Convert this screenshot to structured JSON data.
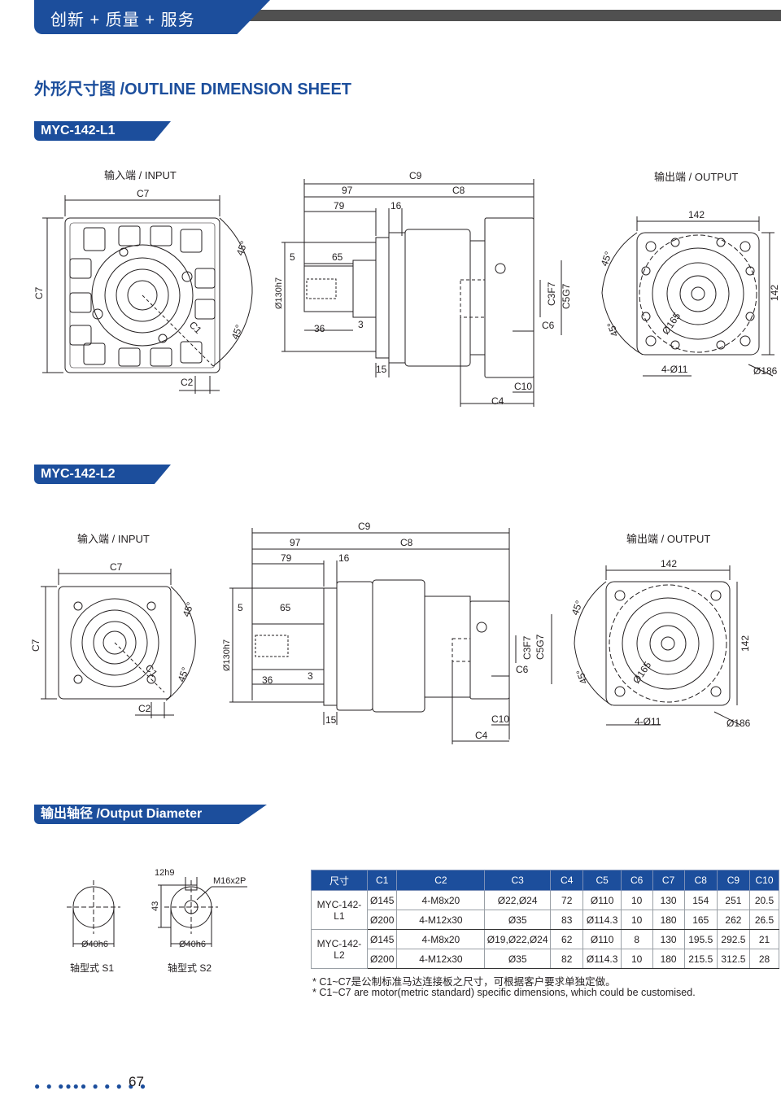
{
  "header": {
    "title": "创新 + 质量 + 服务"
  },
  "section": {
    "title": "外形尺寸图 /OUTLINE DIMENSION SHEET"
  },
  "models": [
    {
      "name": "MYC-142-L1"
    },
    {
      "name": "MYC-142-L2"
    }
  ],
  "views": {
    "input": "输入端 / INPUT",
    "output": "输出端 / OUTPUT"
  },
  "dims": {
    "c1": "C1",
    "c2": "C2",
    "c3": "C3F7",
    "c4": "C4",
    "c5": "C5G7",
    "c6": "C6",
    "c7": "C7",
    "c8": "C8",
    "c9": "C9",
    "c10": "C10",
    "angle": "45°",
    "d97": "97",
    "d79": "79",
    "d16": "16",
    "d5": "5",
    "d65": "65",
    "d36": "36",
    "d3": "3",
    "d15": "15",
    "shaft": "Ø130h7",
    "flange": "142",
    "pcd": "Ø165",
    "holes": "4-Ø11",
    "outer": "Ø186"
  },
  "output_diameter": {
    "title": "输出轴径 /Output Diameter",
    "s1_dia": "Ø40h6",
    "s1_label": "轴型式 S1",
    "s2_dia": "Ø40h6",
    "s2_label": "轴型式 S2",
    "s2_key": "12h9",
    "s2_height": "43",
    "s2_thread": "M16x2P"
  },
  "table": {
    "headers": [
      "尺寸",
      "C1",
      "C2",
      "C3",
      "C4",
      "C5",
      "C6",
      "C7",
      "C8",
      "C9",
      "C10"
    ],
    "rows": [
      {
        "model": "MYC-142-L1",
        "cells": [
          "Ø145",
          "4-M8x20",
          "Ø22,Ø24",
          "72",
          "Ø110",
          "10",
          "130",
          "154",
          "251",
          "20.5"
        ]
      },
      {
        "model": "",
        "cells": [
          "Ø200",
          "4-M12x30",
          "Ø35",
          "83",
          "Ø114.3",
          "10",
          "180",
          "165",
          "262",
          "26.5"
        ]
      },
      {
        "model": "MYC-142-L2",
        "cells": [
          "Ø145",
          "4-M8x20",
          "Ø19,Ø22,Ø24",
          "62",
          "Ø110",
          "8",
          "130",
          "195.5",
          "292.5",
          "21"
        ]
      },
      {
        "model": "",
        "cells": [
          "Ø200",
          "4-M12x30",
          "Ø35",
          "82",
          "Ø114.3",
          "10",
          "180",
          "215.5",
          "312.5",
          "28"
        ]
      }
    ]
  },
  "notes": [
    "* C1~C7是公制标准马达连接板之尺寸，可根据客户要求单独定做。",
    "* C1~C7 are motor(metric standard) specific dimensions, which could be customised."
  ],
  "footer": {
    "page": "67"
  }
}
